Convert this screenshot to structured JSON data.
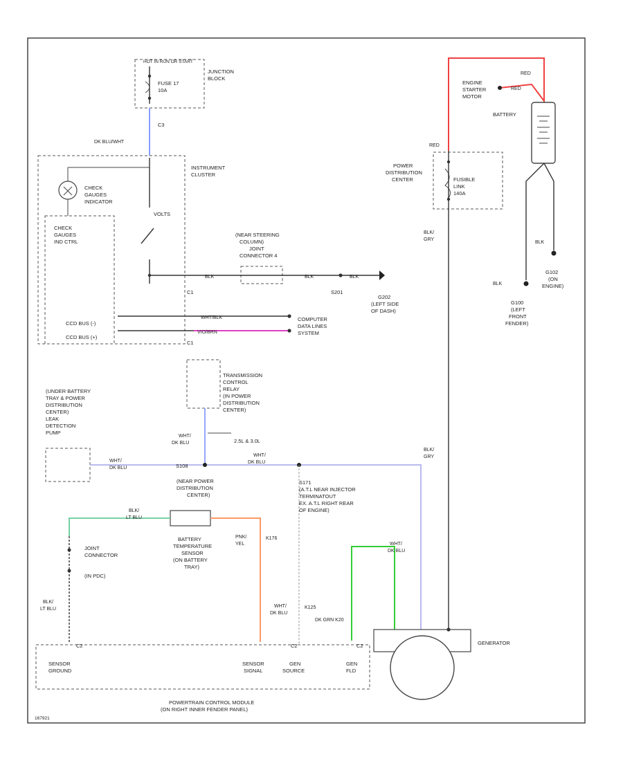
{
  "colors": {
    "red": "#f04040",
    "blue": "#8a9cff",
    "lavender": "#b0b0ee",
    "green": "#33cc33",
    "teal": "#66cc99",
    "orange": "#ff9966",
    "magenta": "#e040c0",
    "wire": "#333333"
  },
  "labels": {
    "hot_start": "HOT IN RUN OR START",
    "junction_block": [
      "JUNCTION",
      "BLOCK"
    ],
    "fuse": [
      "FUSE 17",
      "10A"
    ],
    "pin_c3": "C3",
    "dk_blu_wht": "DK BLU/WHT",
    "instrument_cluster": [
      "INSTRUMENT",
      "CLUSTER"
    ],
    "check_gauges_indicator": [
      "CHECK",
      "GAUGES",
      "INDICATOR"
    ],
    "check_gauges_ind_ctrl": [
      "CHECK",
      "GAUGES",
      "IND CTRL"
    ],
    "volts": "VOLTS",
    "steering_column": [
      "(NEAR STEERING",
      "COLUMN)",
      "JOINT",
      "CONNECTOR 4"
    ],
    "blk": "BLK",
    "s201": "S201",
    "g202": [
      "G202",
      "(LEFT SIDE",
      "OF DASH)"
    ],
    "c1": "C1",
    "ccd_bus_minus": "CCD BUS (-)",
    "ccd_bus_plus": "CCD BUS (+)",
    "wht_blk": "WHT/BLK",
    "vio_brn": "VIO/BRN",
    "computer_data_lines": [
      "COMPUTER",
      "DATA LINES",
      "SYSTEM"
    ],
    "red": "RED",
    "engine_starter_motor": [
      "ENGINE",
      "STARTER",
      "MOTOR"
    ],
    "battery": "BATTERY",
    "power_distribution_center": [
      "POWER",
      "DISTRIBUTION",
      "CENTER"
    ],
    "fusible_link": [
      "FUSIBLE",
      "LINK",
      "140A"
    ],
    "blk_gry": [
      "BLK/",
      "GRY"
    ],
    "g100": [
      "G100",
      "(LEFT",
      "FRONT",
      "FENDER)"
    ],
    "g102": [
      "G102",
      "(ON",
      "ENGINE)"
    ],
    "trans_relay": [
      "TRANSMISSION",
      "CONTROL",
      "RELAY",
      "(IN POWER",
      "DISTRIBUTION",
      "CENTER)"
    ],
    "leak_detection_pump": [
      "(UNDER BATTERY",
      "TRAY & POWER",
      "DISTRIBUTION",
      "CENTER)",
      "LEAK",
      "DETECTION",
      "PUMP"
    ],
    "wht_dk_blu": [
      "WHT/",
      "DK BLU"
    ],
    "engine_variant": "2.5L & 3.0L",
    "s108": "S108",
    "pdc_near": [
      "(NEAR POWER",
      "DISTRIBUTION",
      "CENTER)"
    ],
    "batt_temp_sensor": [
      "BATTERY",
      "TEMPERATURE",
      "SENSOR",
      "(ON BATTERY",
      "TRAY)"
    ],
    "blk_lt_blu": [
      "BLK/",
      "LT BLU"
    ],
    "pnk_yel": [
      "PNK/",
      "YEL"
    ],
    "k176": "K176",
    "s171": [
      "S171",
      "(A.T.L NEAR INJECTOR",
      "TERMINATOUT",
      "EX. A.T.L RIGHT REAR",
      "OF ENGINE)"
    ],
    "joint_connector": [
      "JOINT",
      "CONNECTOR",
      "(IN PDC)"
    ],
    "k125": "K125",
    "dk_grn_k20": "DK GRN  K20",
    "generator": "GENERATOR",
    "pcm_terms": [
      "SENSOR",
      "GROUND",
      "SENSOR",
      "SIGNAL",
      "GEN",
      "SOURCE",
      "GEN",
      "FLD"
    ],
    "pcm": [
      "POWERTRAIN CONTROL MODULE",
      "(ON RIGHT INNER FENDER PANEL)"
    ],
    "pin_c2": "C2",
    "figure_id": "167921"
  }
}
